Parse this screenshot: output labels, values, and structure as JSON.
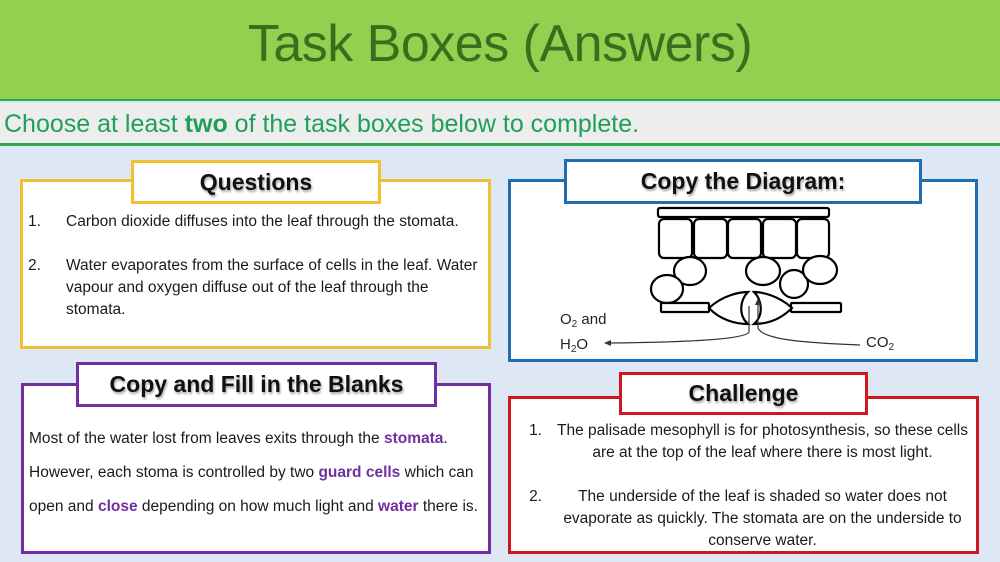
{
  "header": {
    "title": "Task Boxes (Answers)",
    "bg_color": "#92d050",
    "title_color": "#3b6e1c"
  },
  "instruction": {
    "before": "Choose at least ",
    "bold": "two",
    "after": " of the task boxes below to complete.",
    "color": "#1ea05a"
  },
  "questions": {
    "title": "Questions",
    "border_color": "#f0c232",
    "items": [
      {
        "num": "1.",
        "text": "Carbon dioxide diffuses into the leaf through the stomata."
      },
      {
        "num": "2.",
        "text": "Water evaporates from the surface of cells in the leaf. Water vapour and oxygen diffuse out of the leaf through the stomata."
      }
    ]
  },
  "diagram": {
    "title": "Copy the Diagram:",
    "border_color": "#1f6fb0",
    "labels": {
      "out_o": "O",
      "out_o_sub": "2",
      "out_and": " and",
      "out_h": "H",
      "out_h_sub": "2",
      "out_o2": "O",
      "in_co": "CO",
      "in_co_sub": "2"
    }
  },
  "fill_blanks": {
    "title": "Copy and Fill in the Blanks",
    "border_color": "#7030a0",
    "segments": [
      {
        "t": "Most of the water lost from leaves exits through the "
      },
      {
        "t": "stomata",
        "kw": true
      },
      {
        "t": ". However, each stoma is controlled by two "
      },
      {
        "t": "guard cells",
        "kw": true
      },
      {
        "t": " which can open and "
      },
      {
        "t": "close",
        "kw": true
      },
      {
        "t": " depending on how much light and "
      },
      {
        "t": "water",
        "kw": true
      },
      {
        "t": " there is."
      }
    ]
  },
  "challenge": {
    "title": "Challenge",
    "border_color": "#d0161e",
    "items": [
      {
        "num": "1.",
        "text": "The palisade mesophyll is for photosynthesis, so these cells are at the top of the leaf where there is most light."
      },
      {
        "num": "2.",
        "text": "The underside of the leaf is shaded so water does not evaporate as quickly. The stomata are on the underside to conserve water."
      }
    ]
  }
}
